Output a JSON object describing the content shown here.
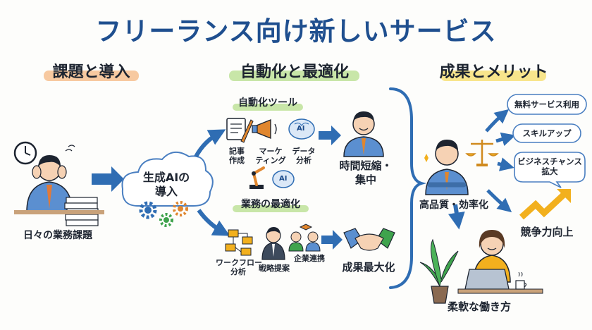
{
  "title": "フリーランス向け新しいサービス",
  "sections": {
    "challenge": "課題と導入",
    "automation": "自動化と最適化",
    "results": "成果とメリット"
  },
  "challenge": {
    "daily_tasks": "日々の業務課題",
    "cloud_line1": "生成AIの",
    "cloud_line2": "導入"
  },
  "automation": {
    "tools_heading": "自動化ツール",
    "tool_writing": [
      "記事",
      "作成"
    ],
    "tool_marketing": [
      "マーケ",
      "ティング"
    ],
    "tool_data": [
      "データ",
      "分析"
    ],
    "ai_label": "AI",
    "time_result": [
      "時間短縮・",
      "集中"
    ],
    "optimize_heading": "業務の最適化",
    "opt_workflow": [
      "ワークフロー",
      "分析"
    ],
    "opt_strategy": "戦略提案",
    "opt_partner": "企業連携",
    "max_result": "成果最大化"
  },
  "results": {
    "quality": "高品質・効率化",
    "bubble_free": "無料サービス利用",
    "bubble_skill": "スキルアップ",
    "bubble_biz": [
      "ビジネスチャンス",
      "拡大"
    ],
    "competitive": "競争力向上",
    "flexible": "柔軟な働き方"
  },
  "colors": {
    "title": "#1f4f8f",
    "arrow": "#2f6db3",
    "highlight_orange": "#f7c9a0",
    "highlight_green": "#c8e6a8",
    "highlight_yellow": "#f8e58c",
    "bubble_border": "#4a7fc1",
    "growth_arrow": "#f2b01e"
  }
}
